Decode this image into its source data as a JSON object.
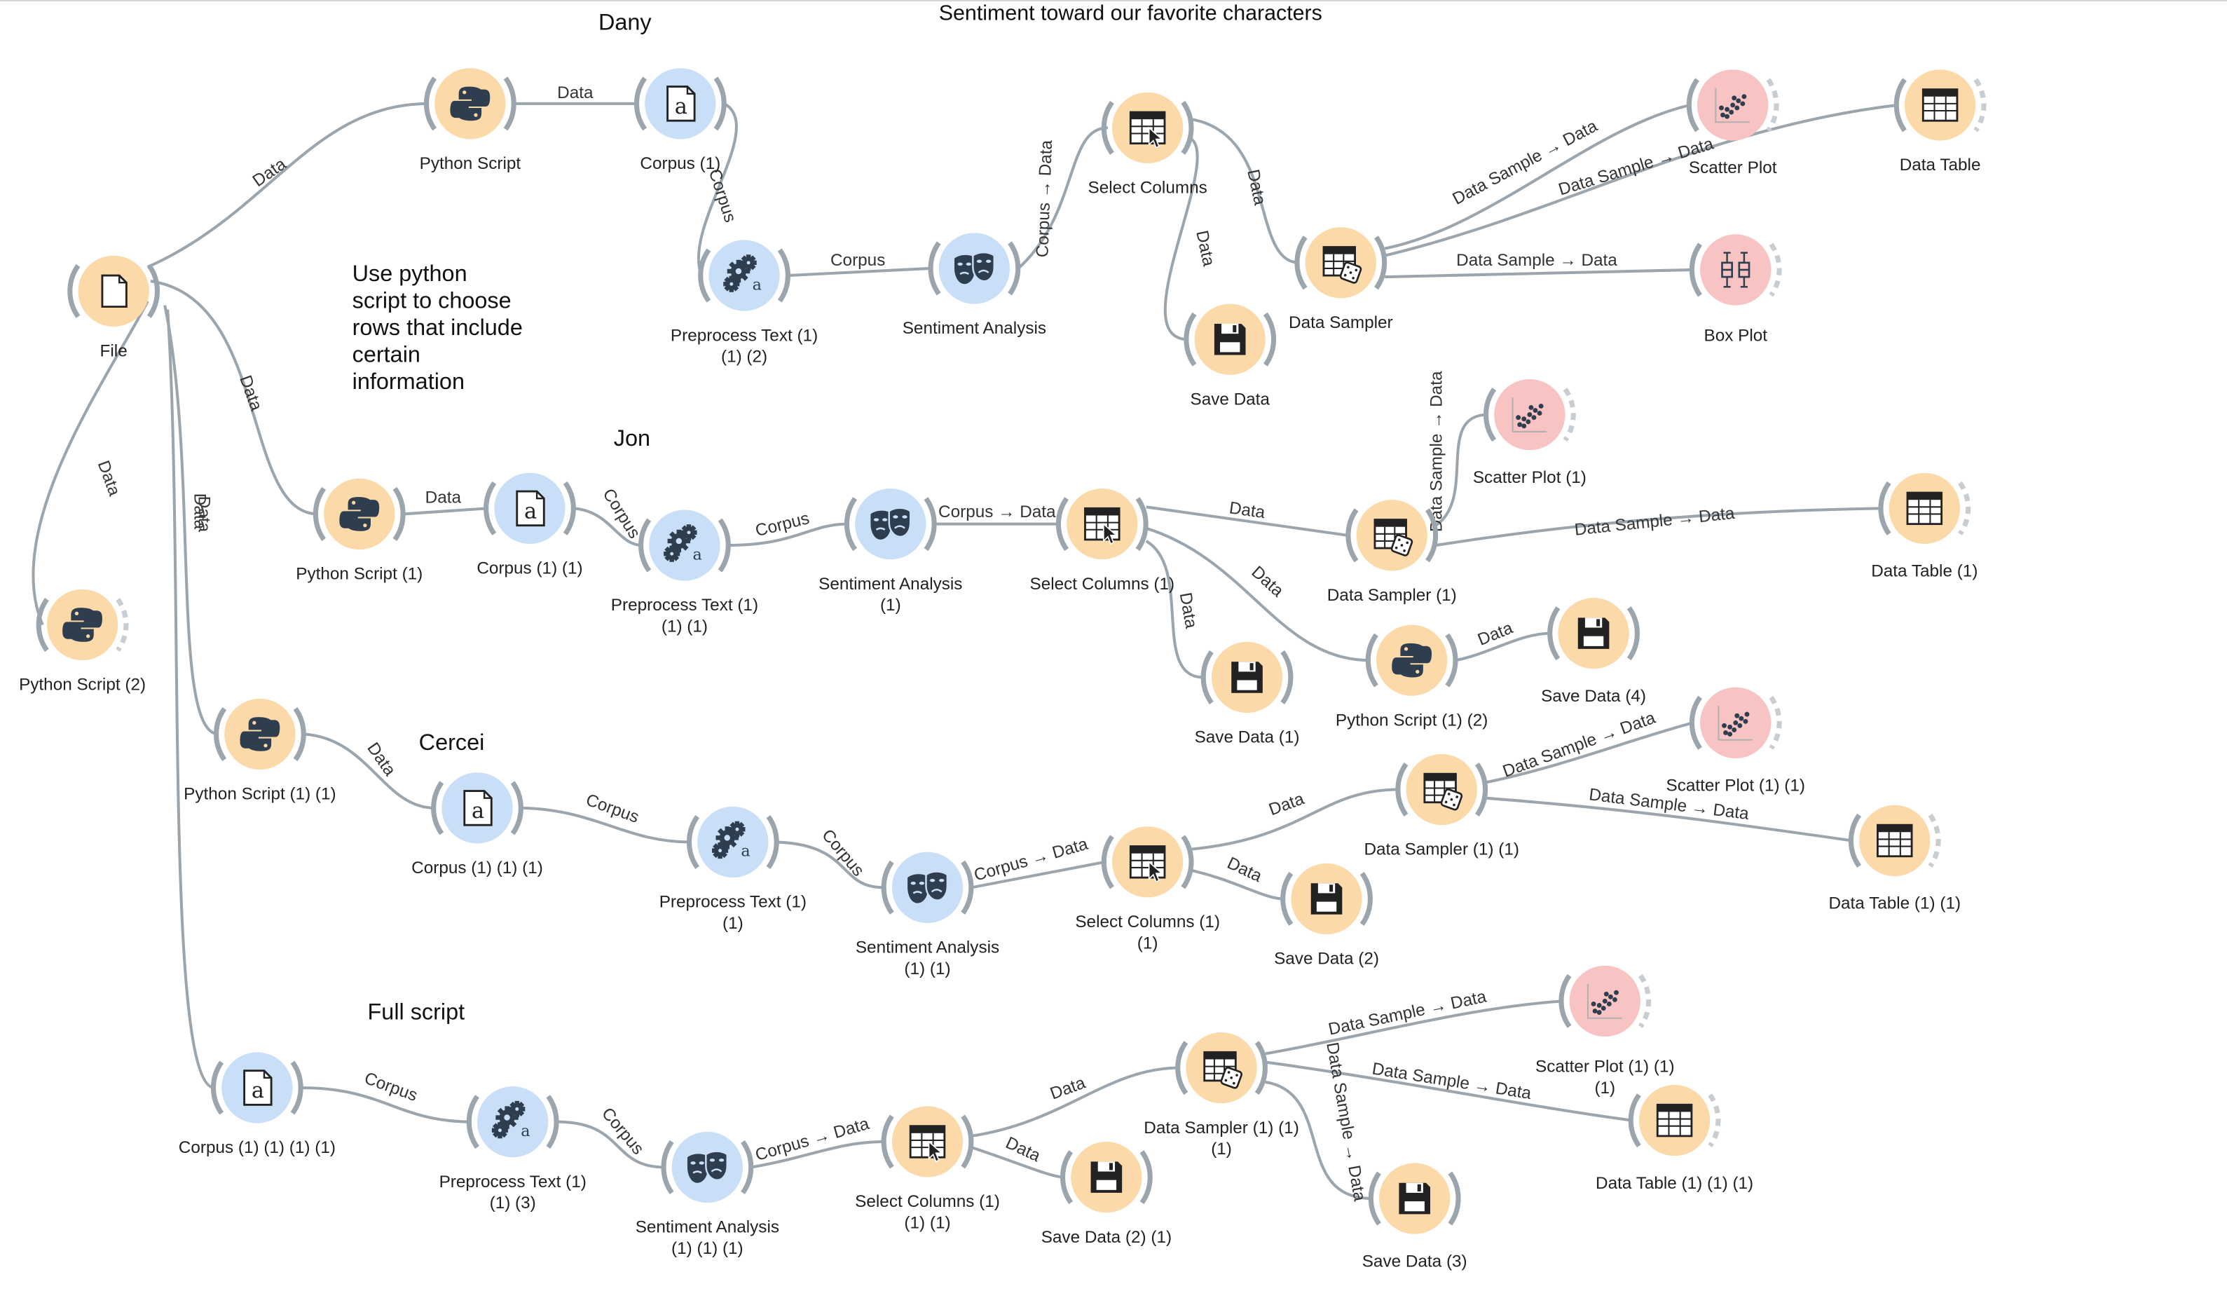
{
  "title": "Sentiment toward our favorite characters",
  "annotations": {
    "dany": "Dany",
    "jon": "Jon",
    "cercei": "Cercei",
    "full": "Full script",
    "note": [
      "Use python",
      "script to choose",
      "rows that include",
      "certain",
      "information"
    ]
  },
  "colors": {
    "orange_fill": "#fcd9a8",
    "blue_fill": "#c9dff8",
    "red_fill": "#f8c3c3",
    "edge": "#9aa5ad"
  },
  "nodes": [
    {
      "id": "file",
      "label": [
        "File"
      ],
      "icon": "file-icon",
      "color": "orange"
    },
    {
      "id": "ps",
      "label": [
        "Python Script"
      ],
      "icon": "python-icon",
      "color": "orange"
    },
    {
      "id": "corp",
      "label": [
        "Corpus (1)"
      ],
      "icon": "corpus-icon",
      "color": "blue"
    },
    {
      "id": "pre",
      "label": [
        "Preprocess Text (1)",
        "(1) (2)"
      ],
      "icon": "gears-icon",
      "color": "blue"
    },
    {
      "id": "sa",
      "label": [
        "Sentiment Analysis"
      ],
      "icon": "masks-icon",
      "color": "blue"
    },
    {
      "id": "sc",
      "label": [
        "Select Columns"
      ],
      "icon": "select-columns-icon",
      "color": "orange"
    },
    {
      "id": "sd",
      "label": [
        "Save Data"
      ],
      "icon": "save-icon",
      "color": "orange"
    },
    {
      "id": "ds",
      "label": [
        "Data Sampler"
      ],
      "icon": "data-sampler-icon",
      "color": "orange"
    },
    {
      "id": "sp",
      "label": [
        "Scatter Plot"
      ],
      "icon": "scatter-icon",
      "color": "red"
    },
    {
      "id": "dt",
      "label": [
        "Data Table"
      ],
      "icon": "table-icon",
      "color": "orange"
    },
    {
      "id": "bp",
      "label": [
        "Box Plot"
      ],
      "icon": "boxplot-icon",
      "color": "red"
    },
    {
      "id": "ps2",
      "label": [
        "Python Script (2)"
      ],
      "icon": "python-icon",
      "color": "orange"
    },
    {
      "id": "psj",
      "label": [
        "Python Script (1)"
      ],
      "icon": "python-icon",
      "color": "orange"
    },
    {
      "id": "corpj",
      "label": [
        "Corpus (1) (1)"
      ],
      "icon": "corpus-icon",
      "color": "blue"
    },
    {
      "id": "prej",
      "label": [
        "Preprocess Text (1)",
        "(1) (1)"
      ],
      "icon": "gears-icon",
      "color": "blue"
    },
    {
      "id": "saj",
      "label": [
        "Sentiment Analysis",
        "(1)"
      ],
      "icon": "masks-icon",
      "color": "blue"
    },
    {
      "id": "scj",
      "label": [
        "Select Columns (1)"
      ],
      "icon": "select-columns-icon",
      "color": "orange"
    },
    {
      "id": "sdj",
      "label": [
        "Save Data (1)"
      ],
      "icon": "save-icon",
      "color": "orange"
    },
    {
      "id": "dsj",
      "label": [
        "Data Sampler (1)"
      ],
      "icon": "data-sampler-icon",
      "color": "orange"
    },
    {
      "id": "spj",
      "label": [
        "Scatter Plot (1)"
      ],
      "icon": "scatter-icon",
      "color": "red"
    },
    {
      "id": "dtj",
      "label": [
        "Data Table (1)"
      ],
      "icon": "table-icon",
      "color": "orange"
    },
    {
      "id": "psj2",
      "label": [
        "Python Script (1) (2)"
      ],
      "icon": "python-icon",
      "color": "orange"
    },
    {
      "id": "sd4",
      "label": [
        "Save Data (4)"
      ],
      "icon": "save-icon",
      "color": "orange"
    },
    {
      "id": "psc",
      "label": [
        "Python Script (1) (1)"
      ],
      "icon": "python-icon",
      "color": "orange"
    },
    {
      "id": "corpc",
      "label": [
        "Corpus (1) (1) (1)"
      ],
      "icon": "corpus-icon",
      "color": "blue"
    },
    {
      "id": "prec",
      "label": [
        "Preprocess Text (1)",
        "(1)"
      ],
      "icon": "gears-icon",
      "color": "blue"
    },
    {
      "id": "sac",
      "label": [
        "Sentiment Analysis",
        "(1) (1)"
      ],
      "icon": "masks-icon",
      "color": "blue"
    },
    {
      "id": "scc",
      "label": [
        "Select Columns (1)",
        "(1)"
      ],
      "icon": "select-columns-icon",
      "color": "orange"
    },
    {
      "id": "sd2",
      "label": [
        "Save Data (2)"
      ],
      "icon": "save-icon",
      "color": "orange"
    },
    {
      "id": "dsc",
      "label": [
        "Data Sampler (1) (1)"
      ],
      "icon": "data-sampler-icon",
      "color": "orange"
    },
    {
      "id": "spc",
      "label": [
        "Scatter Plot (1) (1)"
      ],
      "icon": "scatter-icon",
      "color": "red"
    },
    {
      "id": "dtc",
      "label": [
        "Data Table (1) (1)"
      ],
      "icon": "table-icon",
      "color": "orange"
    },
    {
      "id": "corpf",
      "label": [
        "Corpus (1) (1) (1) (1)"
      ],
      "icon": "corpus-icon",
      "color": "blue"
    },
    {
      "id": "pref",
      "label": [
        "Preprocess Text (1)",
        "(1) (3)"
      ],
      "icon": "gears-icon",
      "color": "blue"
    },
    {
      "id": "saf",
      "label": [
        "Sentiment Analysis",
        "(1) (1) (1)"
      ],
      "icon": "masks-icon",
      "color": "blue"
    },
    {
      "id": "scf",
      "label": [
        "Select Columns (1)",
        "(1) (1)"
      ],
      "icon": "select-columns-icon",
      "color": "orange"
    },
    {
      "id": "sd21",
      "label": [
        "Save Data (2) (1)"
      ],
      "icon": "save-icon",
      "color": "orange"
    },
    {
      "id": "dsf",
      "label": [
        "Data Sampler (1) (1)",
        "(1)"
      ],
      "icon": "data-sampler-icon",
      "color": "orange"
    },
    {
      "id": "spf",
      "label": [
        "Scatter Plot (1) (1)",
        "(1)"
      ],
      "icon": "scatter-icon",
      "color": "red"
    },
    {
      "id": "dtf",
      "label": [
        "Data Table (1) (1) (1)"
      ],
      "icon": "table-icon",
      "color": "orange"
    },
    {
      "id": "sd3",
      "label": [
        "Save Data (3)"
      ],
      "icon": "save-icon",
      "color": "orange"
    }
  ],
  "edges": [
    {
      "from": "file",
      "to": "ps",
      "label": "Data"
    },
    {
      "from": "ps",
      "to": "corp",
      "label": "Data"
    },
    {
      "from": "corp",
      "to": "pre",
      "label": "Corpus"
    },
    {
      "from": "pre",
      "to": "sa",
      "label": "Corpus"
    },
    {
      "from": "sa",
      "to": "sc",
      "label": "Corpus → Data"
    },
    {
      "from": "sc",
      "to": "ds",
      "label": "Data"
    },
    {
      "from": "sc",
      "to": "sd",
      "label": "Data"
    },
    {
      "from": "ds",
      "to": "sp",
      "label": "Data Sample → Data"
    },
    {
      "from": "ds",
      "to": "dt",
      "label": "Data Sample → Data"
    },
    {
      "from": "ds",
      "to": "bp",
      "label": "Data Sample → Data"
    },
    {
      "from": "file",
      "to": "ps2",
      "label": "Data"
    },
    {
      "from": "file",
      "to": "psj",
      "label": "Data"
    },
    {
      "from": "psj",
      "to": "corpj",
      "label": "Data"
    },
    {
      "from": "corpj",
      "to": "prej",
      "label": "Corpus"
    },
    {
      "from": "prej",
      "to": "saj",
      "label": "Corpus"
    },
    {
      "from": "saj",
      "to": "scj",
      "label": "Corpus → Data"
    },
    {
      "from": "scj",
      "to": "dsj",
      "label": "Data"
    },
    {
      "from": "scj",
      "to": "sdj",
      "label": "Data"
    },
    {
      "from": "scj",
      "to": "psj2",
      "label": "Data"
    },
    {
      "from": "psj2",
      "to": "sd4",
      "label": "Data"
    },
    {
      "from": "dsj",
      "to": "spj",
      "label": "Data Sample → Data"
    },
    {
      "from": "dsj",
      "to": "dtj",
      "label": "Data Sample → Data"
    },
    {
      "from": "file",
      "to": "psc",
      "label": "Data"
    },
    {
      "from": "psc",
      "to": "corpc",
      "label": "Data"
    },
    {
      "from": "corpc",
      "to": "prec",
      "label": "Corpus"
    },
    {
      "from": "prec",
      "to": "sac",
      "label": "Corpus"
    },
    {
      "from": "sac",
      "to": "scc",
      "label": "Corpus → Data"
    },
    {
      "from": "scc",
      "to": "dsc",
      "label": "Data"
    },
    {
      "from": "scc",
      "to": "sd2",
      "label": "Data"
    },
    {
      "from": "dsc",
      "to": "spc",
      "label": "Data Sample → Data"
    },
    {
      "from": "dsc",
      "to": "dtc",
      "label": "Data Sample → Data"
    },
    {
      "from": "file",
      "to": "corpf",
      "label": "Data"
    },
    {
      "from": "corpf",
      "to": "pref",
      "label": "Corpus"
    },
    {
      "from": "pref",
      "to": "saf",
      "label": "Corpus"
    },
    {
      "from": "saf",
      "to": "scf",
      "label": "Corpus → Data"
    },
    {
      "from": "scf",
      "to": "dsf",
      "label": "Data"
    },
    {
      "from": "scf",
      "to": "sd21",
      "label": "Data"
    },
    {
      "from": "dsf",
      "to": "spf",
      "label": "Data Sample → Data"
    },
    {
      "from": "dsf",
      "to": "dtf",
      "label": "Data Sample → Data"
    },
    {
      "from": "dsf",
      "to": "sd3",
      "label": "Data Sample → Data"
    }
  ]
}
